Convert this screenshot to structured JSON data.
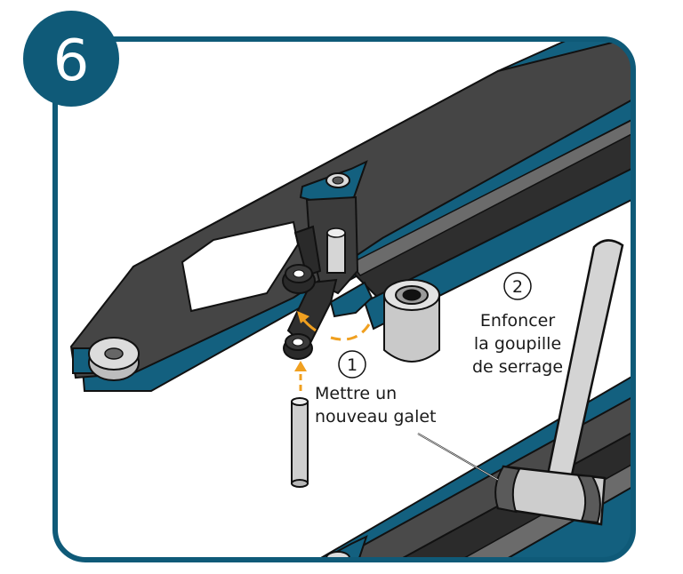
{
  "step_badge": {
    "number": "6",
    "color": "#0f5a78"
  },
  "colors": {
    "frame": "#0f5a78",
    "fork_dark": "#454545",
    "fork_mid": "#6b6b6b",
    "fork_blue": "#13607f",
    "part_light": "#d6d6d6",
    "part_mid": "#b0b0b0",
    "arrow": "#f0a020",
    "outline": "#111111"
  },
  "callouts": [
    {
      "number": "1",
      "lines": [
        "Mettre un",
        "nouveau galet"
      ]
    },
    {
      "number": "2",
      "lines": [
        "Enfoncer",
        "la goupille",
        "de serrage"
      ]
    }
  ],
  "icons": [
    "hammer-icon",
    "roller-icon",
    "pin-icon",
    "insert-arrow-icon",
    "rotate-arrow-icon"
  ]
}
